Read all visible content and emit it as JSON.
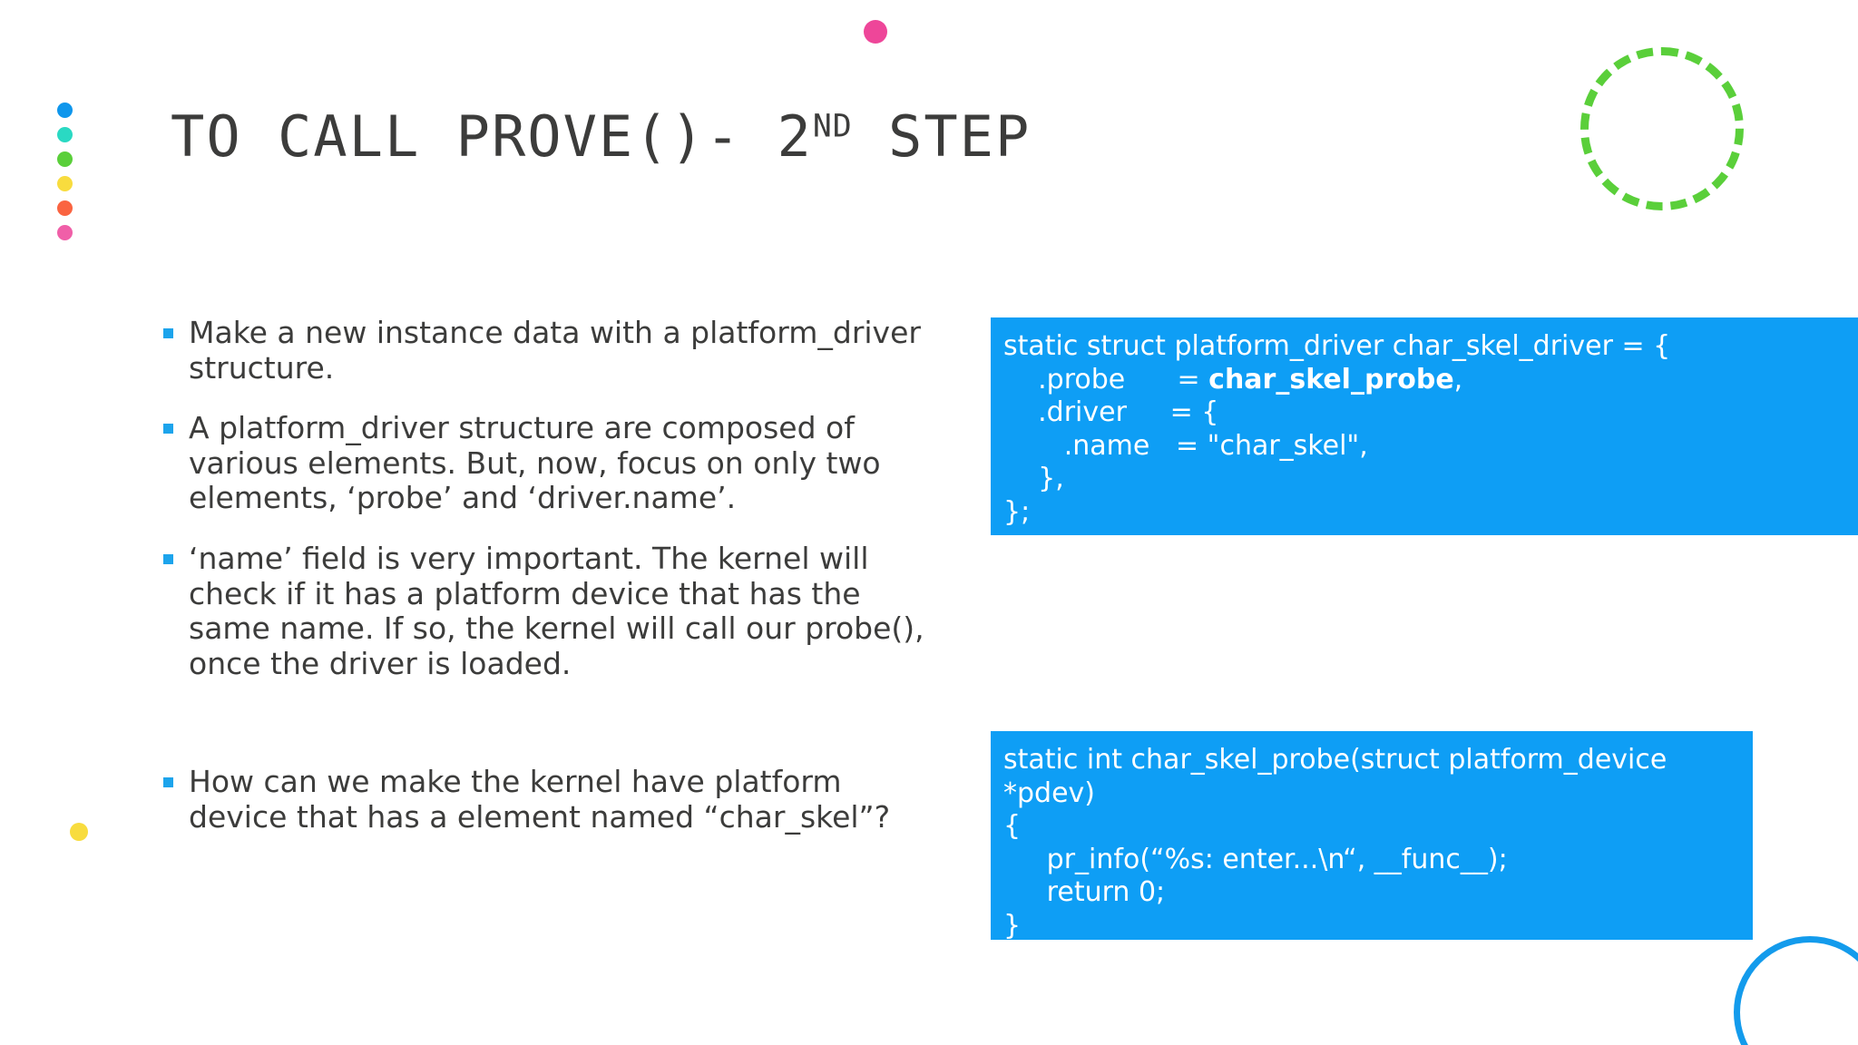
{
  "slide": {
    "title_main": "TO CALL PROVE()- 2",
    "title_sup": "ND",
    "title_tail": " STEP"
  },
  "decor": {
    "dot_colors": [
      "#0E96EC",
      "#2AD9C3",
      "#5ACF3A",
      "#F8DC3E",
      "#FA6441",
      "#F05FA8"
    ],
    "top_dot_color": "#EE4699",
    "left_dot_color": "#F8DC3E",
    "dashed_circle_color": "#5ACF3A",
    "blue_ring_color": "#139BEC"
  },
  "bullets": [
    {
      "text": "Make a new instance data with a platform_driver structure."
    },
    {
      "text": "A platform_driver structure are composed of various elements. But, now, focus on only two elements, ‘probe’ and ‘driver.name’."
    },
    {
      "text": "‘name’ field is very important. The kernel will check if it has a platform device that has the same name. If so, the kernel will call our probe(), once the driver is loaded."
    },
    {
      "text": "How can we make the kernel have platform device that has a element named “char_skel”?"
    }
  ],
  "code_boxes": [
    {
      "name": "platform-driver-struct",
      "background": "#0E9EF5",
      "lines": [
        {
          "pre": "static struct platform_driver char_skel_driver = {",
          "bold": "",
          "post": ""
        },
        {
          "pre": "    .probe      = ",
          "bold": "char_skel_probe",
          "post": ","
        },
        {
          "pre": "    .driver     = {",
          "bold": "",
          "post": ""
        },
        {
          "pre": "       .name   = \"char_skel\",",
          "bold": "",
          "post": ""
        },
        {
          "pre": "    },",
          "bold": "",
          "post": ""
        },
        {
          "pre": "};",
          "bold": "",
          "post": ""
        }
      ]
    },
    {
      "name": "probe-function",
      "background": "#0E9EF5",
      "lines": [
        {
          "pre": "static int char_skel_probe(struct platform_device",
          "bold": "",
          "post": ""
        },
        {
          "pre": "*pdev)",
          "bold": "",
          "post": ""
        },
        {
          "pre": "{",
          "bold": "",
          "post": ""
        },
        {
          "pre": "     pr_info(“%s: enter...\\n“, __func__);",
          "bold": "",
          "post": ""
        },
        {
          "pre": "     return 0;",
          "bold": "",
          "post": ""
        },
        {
          "pre": "}",
          "bold": "",
          "post": ""
        }
      ]
    }
  ]
}
